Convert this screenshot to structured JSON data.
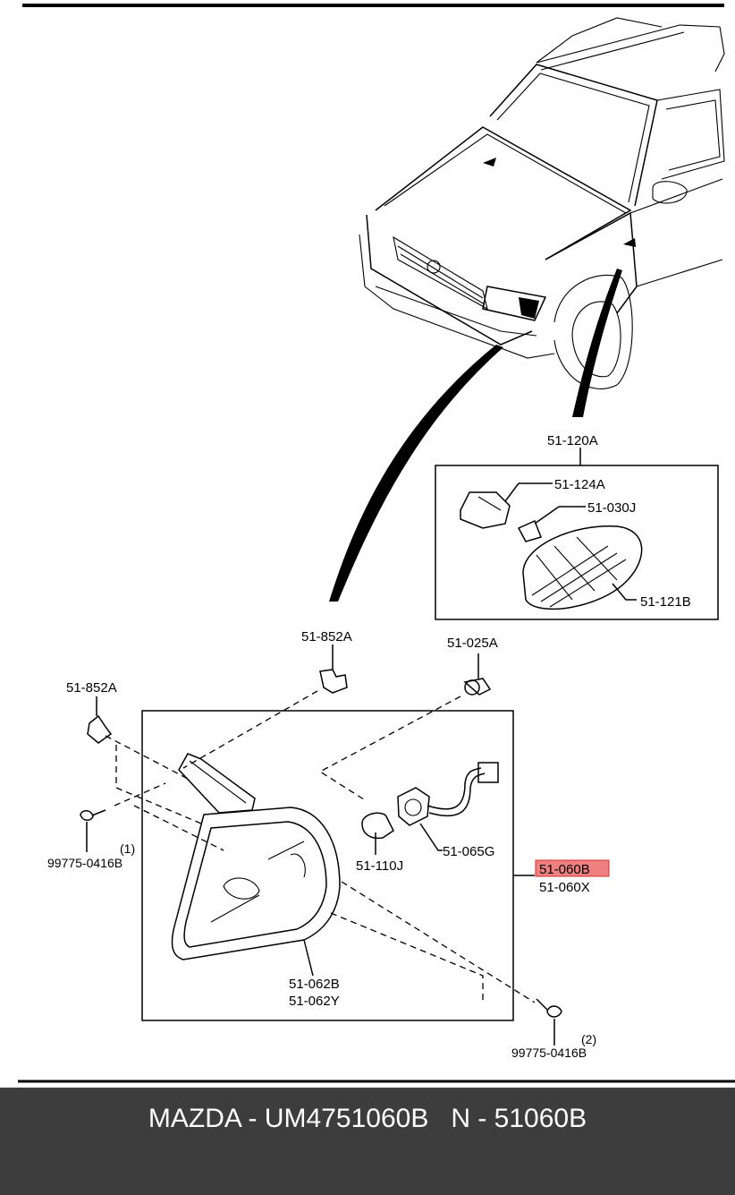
{
  "callouts": {
    "side_marker_assy": "51-120A",
    "side_socket": "51-124A",
    "side_bulb": "51-030J",
    "side_lens": "51-121B",
    "clip_top": "51-852A",
    "clip_left": "51-852A",
    "nut": "51-025A",
    "screw_left": "99775-0416B",
    "screw_left_qty": "(1)",
    "screw_right": "99775-0416B",
    "screw_right_qty": "(2)",
    "bulb": "51-110J",
    "socket": "51-065G",
    "lamp_assy_highlighted": "51-060B",
    "lamp_assy_alt": "51-060X",
    "lens_a": "51-062B",
    "lens_b": "51-062Y"
  },
  "highlight_color": "#f08080",
  "footer": {
    "text": "MAZDA - UM4751060B   N - 51060B"
  }
}
